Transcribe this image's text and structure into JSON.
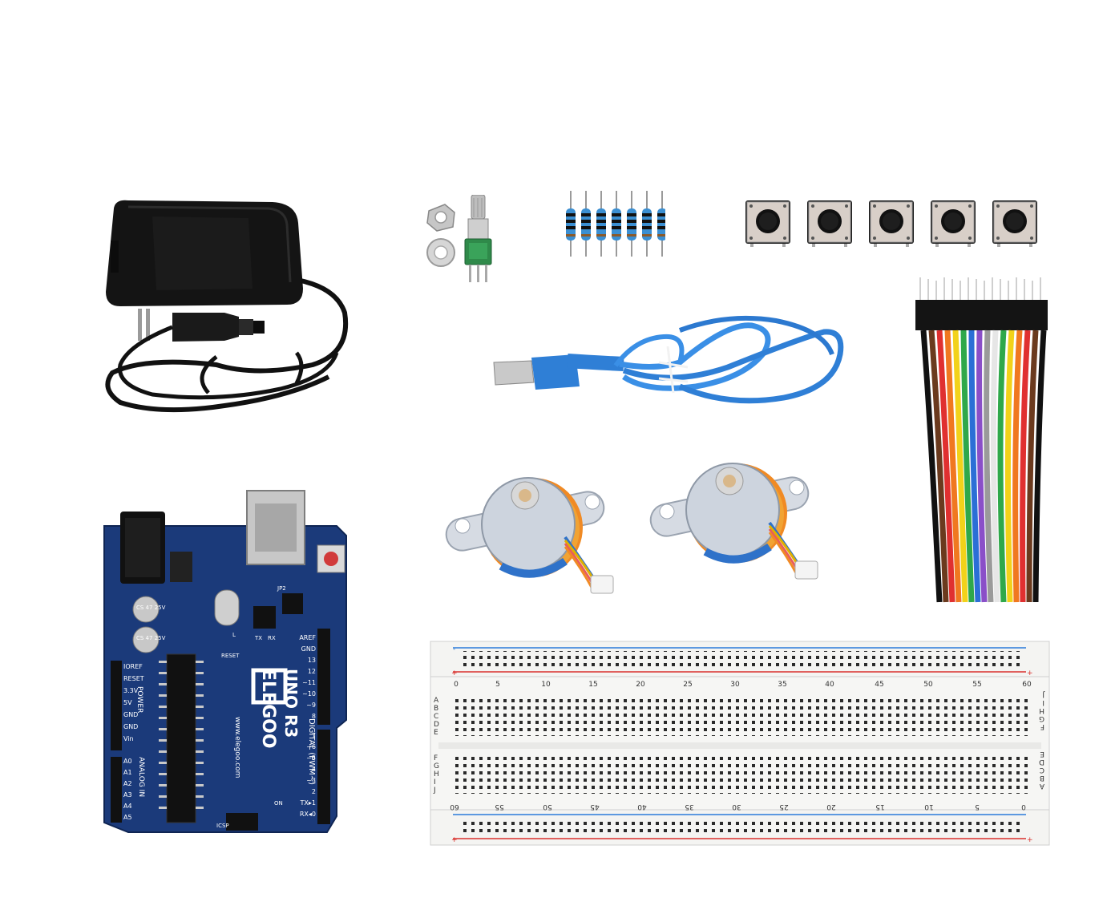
{
  "board": {
    "brand": "ELEGOO",
    "model": "UNO R3",
    "website": "www.elegoo.com",
    "header_digital": "DIGITAL (PWM~)",
    "header_analog": "ANALOG IN",
    "header_power": "POWER",
    "cap_label_1": "CS 47 25V",
    "cap_label_2": "CS 47 25V",
    "reset_label": "RESET",
    "power_pins": [
      "IOREF",
      "RESET",
      "3.3V",
      "5V",
      "GND",
      "GND",
      "Vin"
    ],
    "analog_pins": [
      "A0",
      "A1",
      "A2",
      "A3",
      "A4",
      "A5"
    ],
    "digital_pins_top": [
      "AREF",
      "GND",
      "13",
      "12",
      "~11",
      "~10",
      "~9",
      "8"
    ],
    "digital_pins_bottom": [
      "7",
      "~6",
      "~5",
      "4",
      "~3",
      "2",
      "TX▸1",
      "RX◂0"
    ],
    "misc_labels": [
      "TX",
      "RX",
      "L",
      "ON",
      "ICSP",
      "JP2"
    ]
  },
  "breadboard": {
    "column_numbers_top": [
      "0",
      "5",
      "10",
      "15",
      "20",
      "25",
      "30",
      "35",
      "40",
      "45",
      "50",
      "55",
      "60"
    ],
    "column_numbers_bottom": [
      "60",
      "55",
      "50",
      "45",
      "40",
      "35",
      "30",
      "25",
      "20",
      "15",
      "10",
      "5",
      "0"
    ],
    "row_letters_left_top": [
      "A",
      "B",
      "C",
      "D",
      "E"
    ],
    "row_letters_left_bottom": [
      "F",
      "G",
      "H",
      "I",
      "J"
    ],
    "row_letters_right_top": [
      "J",
      "I",
      "H",
      "G",
      "F"
    ],
    "row_letters_right_bottom": [
      "E",
      "D",
      "C",
      "B",
      "A"
    ]
  },
  "colors": {
    "board_blue": "#1b3a7a",
    "usb_cable_blue": "#2f7fd6",
    "breadboard_white": "#f4f4f2",
    "rail_red": "#d9302c",
    "rail_blue": "#2b7bd9",
    "jumper_colors": [
      "#111111",
      "#6b3a1e",
      "#e03030",
      "#f07820",
      "#f2d21a",
      "#2fa84a",
      "#2b6fd6",
      "#8a4fc8",
      "#9a9a9a",
      "#f4f4f4"
    ]
  },
  "icons": [
    "power-adapter",
    "potentiometer",
    "resistor",
    "push-button",
    "usb-cable",
    "jumper-wires",
    "stepper-motor",
    "arduino-board",
    "breadboard"
  ]
}
